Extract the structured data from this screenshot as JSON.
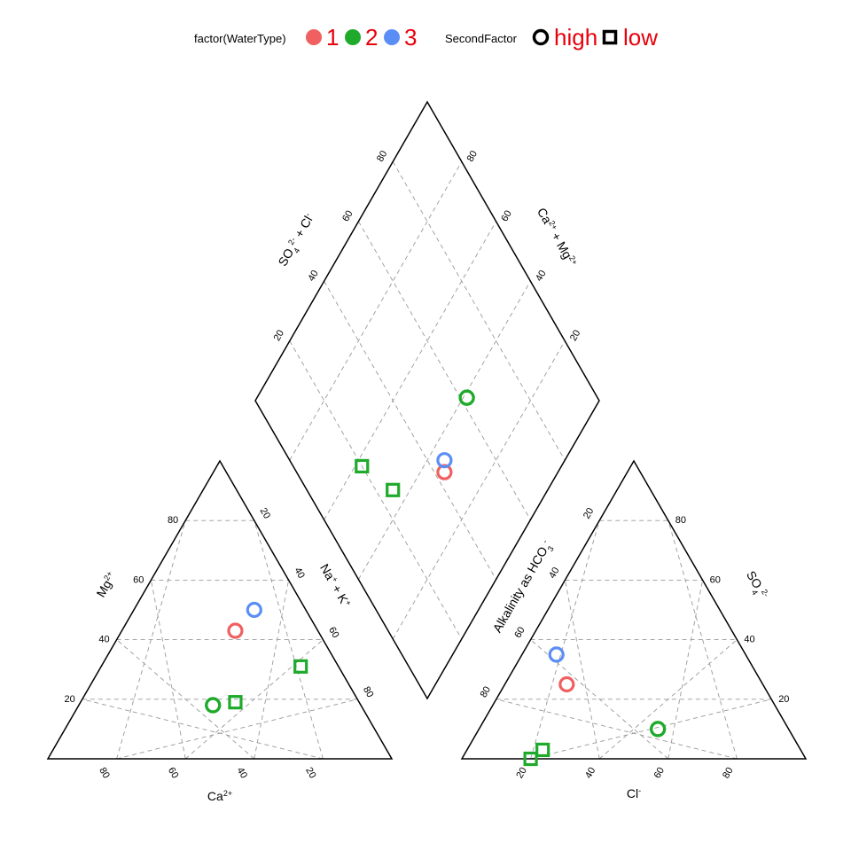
{
  "legend": {
    "color_title": "factor(WaterType)",
    "color_items": [
      {
        "label": "1",
        "color": "#f06060"
      },
      {
        "label": "2",
        "color": "#1faa2b"
      },
      {
        "label": "3",
        "color": "#5b8ef5"
      }
    ],
    "shape_title": "SecondFactor",
    "shape_items": [
      {
        "label": "high",
        "shape": "circle"
      },
      {
        "label": "low",
        "shape": "square"
      }
    ]
  },
  "axis_labels": {
    "diamond_left": "SO42- + Cl-",
    "diamond_right": "Ca2+ + Mg2+",
    "cation_left": "Mg2+",
    "cation_bottom": "Ca2+",
    "cation_right": "Na+ + K+",
    "anion_left": "Alkalinity as HCO3-",
    "anion_right": "SO42-",
    "anion_bottom": "Cl-"
  },
  "ticks": [
    "20",
    "40",
    "60",
    "80"
  ],
  "chart_data": {
    "type": "scatter",
    "title": "",
    "subtitle": "",
    "description_of_axes": "Piper trilinear diagram: cation ternary (Ca, Mg, Na+K), anion ternary (HCO3, SO4, Cl), central diamond",
    "grid": true,
    "legend_position": "top",
    "samples": [
      {
        "water_type": "1",
        "second_factor": "high",
        "Ca": 24,
        "Mg": 43,
        "NaK": 33,
        "HCO3": 57,
        "SO4": 25,
        "Cl": 18
      },
      {
        "water_type": "2",
        "second_factor": "high",
        "Ca": 43,
        "Mg": 18,
        "NaK": 39,
        "HCO3": 38,
        "SO4": 10,
        "Cl": 52
      },
      {
        "water_type": "2",
        "second_factor": "low",
        "Ca": 36,
        "Mg": 19,
        "NaK": 45,
        "HCO3": 75,
        "SO4": 3,
        "Cl": 22
      },
      {
        "water_type": "2",
        "second_factor": "low",
        "Ca": 11,
        "Mg": 31,
        "NaK": 58,
        "HCO3": 80,
        "SO4": 0,
        "Cl": 20
      },
      {
        "water_type": "2",
        "second_factor": "high",
        "Ca": 43,
        "Mg": 18,
        "NaK": 39,
        "HCO3": 38,
        "SO4": 10,
        "Cl": 52
      },
      {
        "water_type": "3",
        "second_factor": "high",
        "Ca": 15,
        "Mg": 50,
        "NaK": 35,
        "HCO3": 55,
        "SO4": 35,
        "Cl": 10
      }
    ]
  }
}
